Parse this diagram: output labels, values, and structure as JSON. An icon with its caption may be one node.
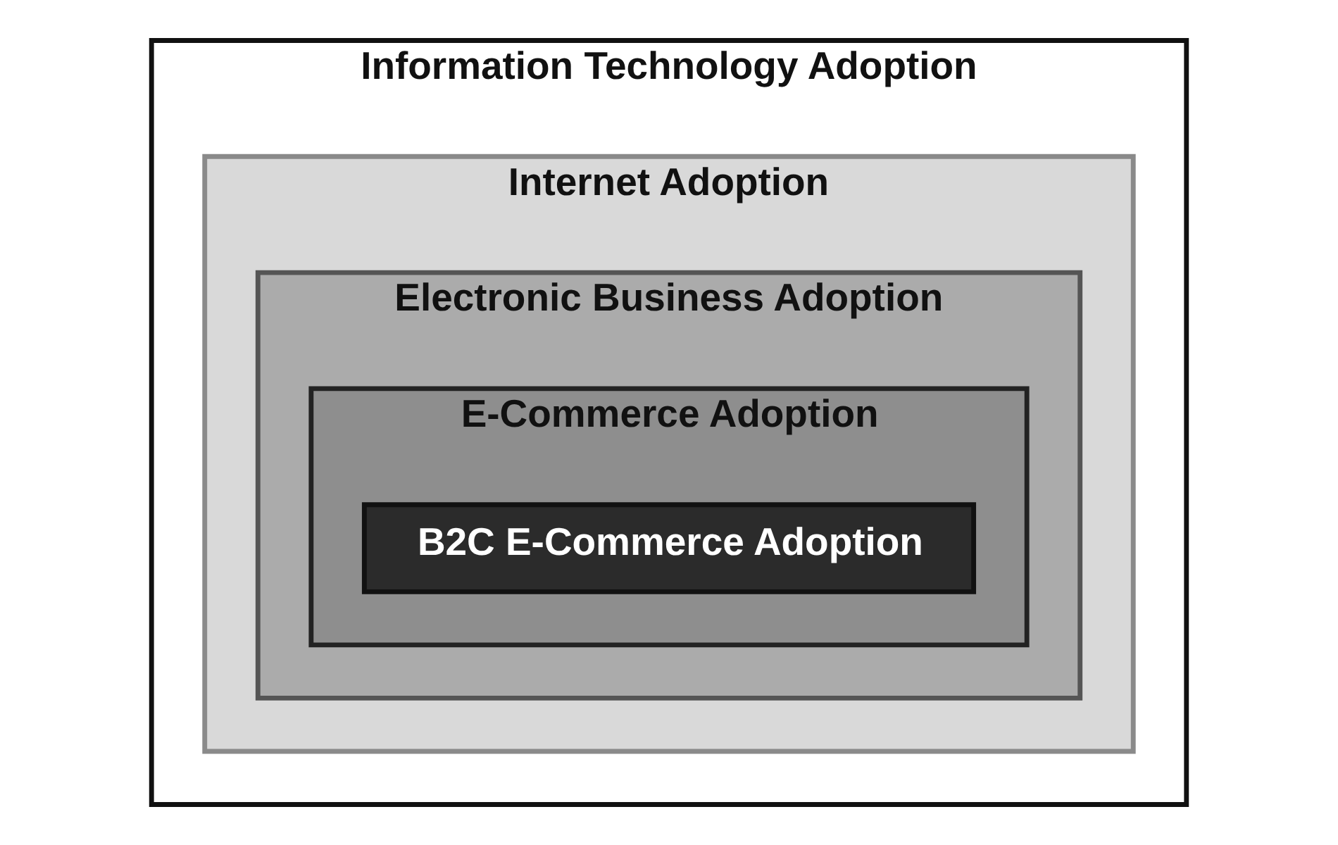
{
  "diagram": {
    "nodes": [
      {
        "text": [
          "Information Technology Adoption"
        ]
      },
      {
        "text": [
          "Internet Adoption"
        ],
        "in": 0
      },
      {
        "text": [
          "Electronic Business Adoption"
        ],
        "in": 1
      },
      {
        "text": [
          "E-Commerce Adoption"
        ],
        "in": 2
      },
      {
        "text": [
          "B2C E-Commerce Adoption"
        ],
        "in": 3
      }
    ]
  }
}
